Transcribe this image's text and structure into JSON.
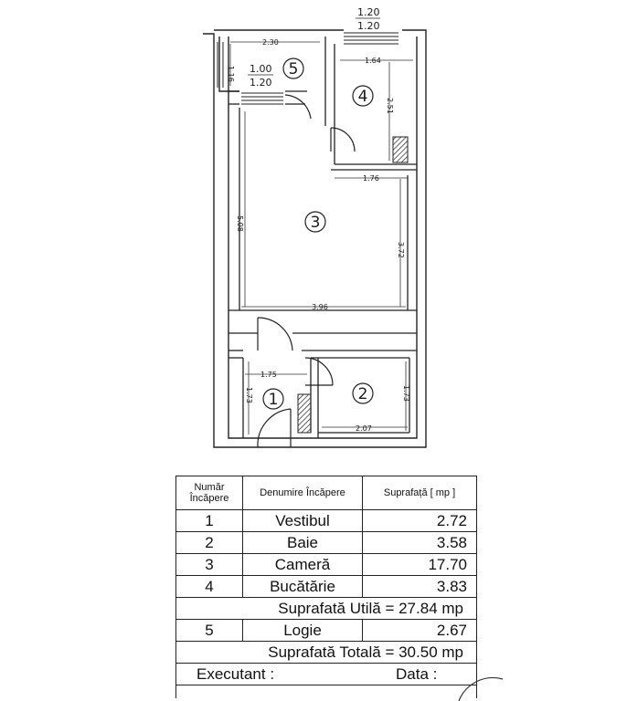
{
  "plan": {
    "window_top_label": "1.20",
    "window_top_label_denominator": "1.20",
    "logia_window_label": "1.00",
    "logia_window_label_denominator": "1.20",
    "dimensions": {
      "logia_width": "2.30",
      "logia_depth": "1.16",
      "kitchen_width": "1.64",
      "kitchen_depth": "2.51",
      "room_width_top": "1.76",
      "room_length_left": "5.08",
      "room_length_right": "3.72",
      "room_width_bottom": "3.96",
      "vestibule_width": "1.75",
      "vestibule_depth": "1.73",
      "bath_depth": "1.73",
      "bath_width": "2.07"
    },
    "room_numbers": [
      "1",
      "2",
      "3",
      "4",
      "5"
    ]
  },
  "table": {
    "headers": {
      "number": "Număr Încăpere",
      "name": "Denumire Încăpere",
      "area": "Suprafață [ mp ]"
    },
    "rows": [
      {
        "number": "1",
        "name": "Vestibul",
        "area": "2.72"
      },
      {
        "number": "2",
        "name": "Baie",
        "area": "3.58"
      },
      {
        "number": "3",
        "name": "Cameră",
        "area": "17.70"
      },
      {
        "number": "4",
        "name": "Bucătărie",
        "area": "3.83"
      }
    ],
    "useful_area": "Suprafată Utilă = 27.84 mp",
    "logia_row": {
      "number": "5",
      "name": "Logie",
      "area": "2.67"
    },
    "total_area": "Suprafată Totală = 30.50 mp",
    "executant_label": "Executant :",
    "date_label": "Data :"
  }
}
